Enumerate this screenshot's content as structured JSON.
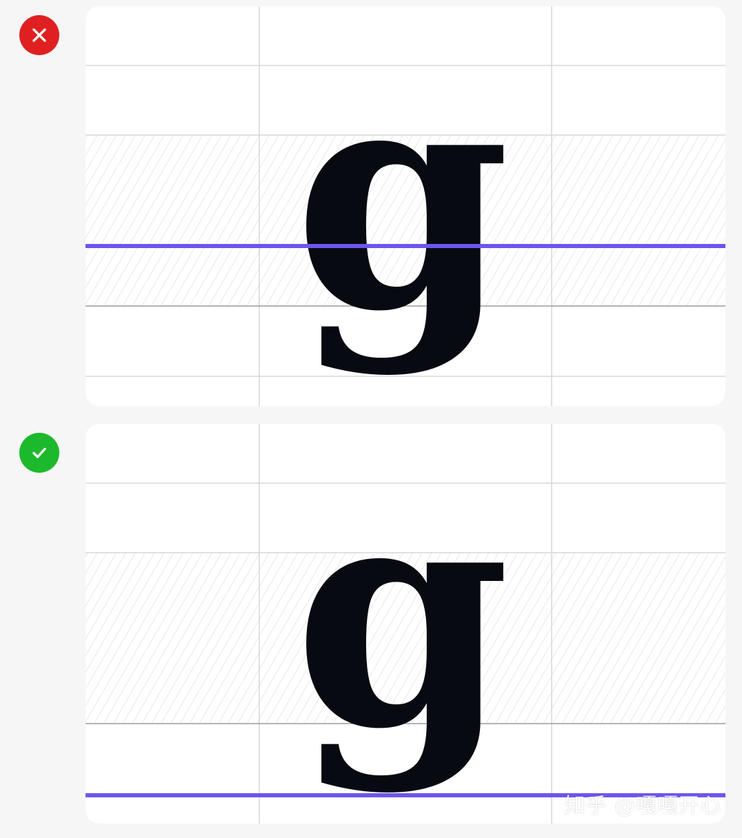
{
  "examples": [
    {
      "verdict": "incorrect",
      "status_icon": "close-icon",
      "status_color": "#e02020",
      "glyph": "g"
    },
    {
      "verdict": "correct",
      "status_icon": "check-icon",
      "status_color": "#1db92c",
      "glyph": "g"
    }
  ],
  "colors": {
    "background": "#f6f6f6",
    "card": "#ffffff",
    "grid_line": "#d6d6d6",
    "hatch": "#d9d9d9",
    "baseline_gray": "#9a9a9a",
    "marker_line": "#6e55f0",
    "glyph": "#080a12"
  },
  "watermark": "知乎 @嘎嘎开心"
}
